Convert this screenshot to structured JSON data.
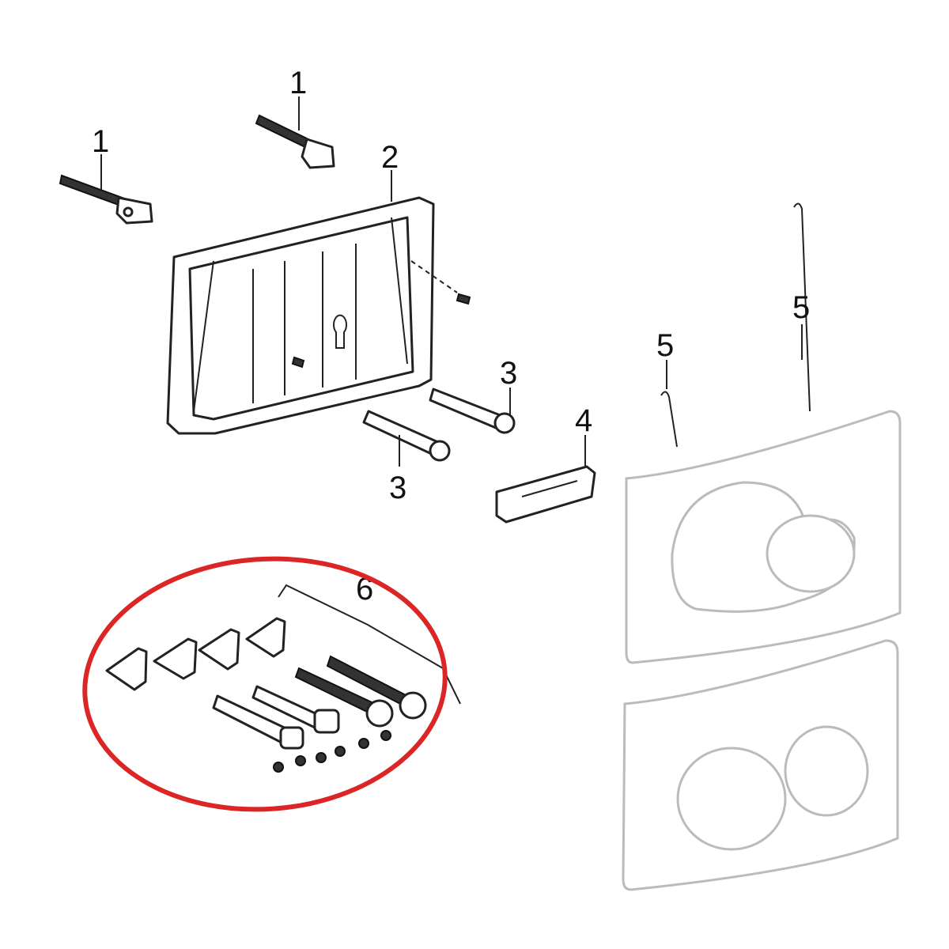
{
  "diagram": {
    "labels": {
      "screw_bolt_a": "1",
      "screw_bolt_b": "1",
      "mounting_frame": "2",
      "rod_a": "3",
      "rod_b": "3",
      "clip": "4",
      "pin_a": "5",
      "pin_b": "5",
      "fixing_set": "6"
    },
    "colors": {
      "highlight": "#dc2626",
      "line": "#222222",
      "plate": "#bbbbbb"
    }
  }
}
